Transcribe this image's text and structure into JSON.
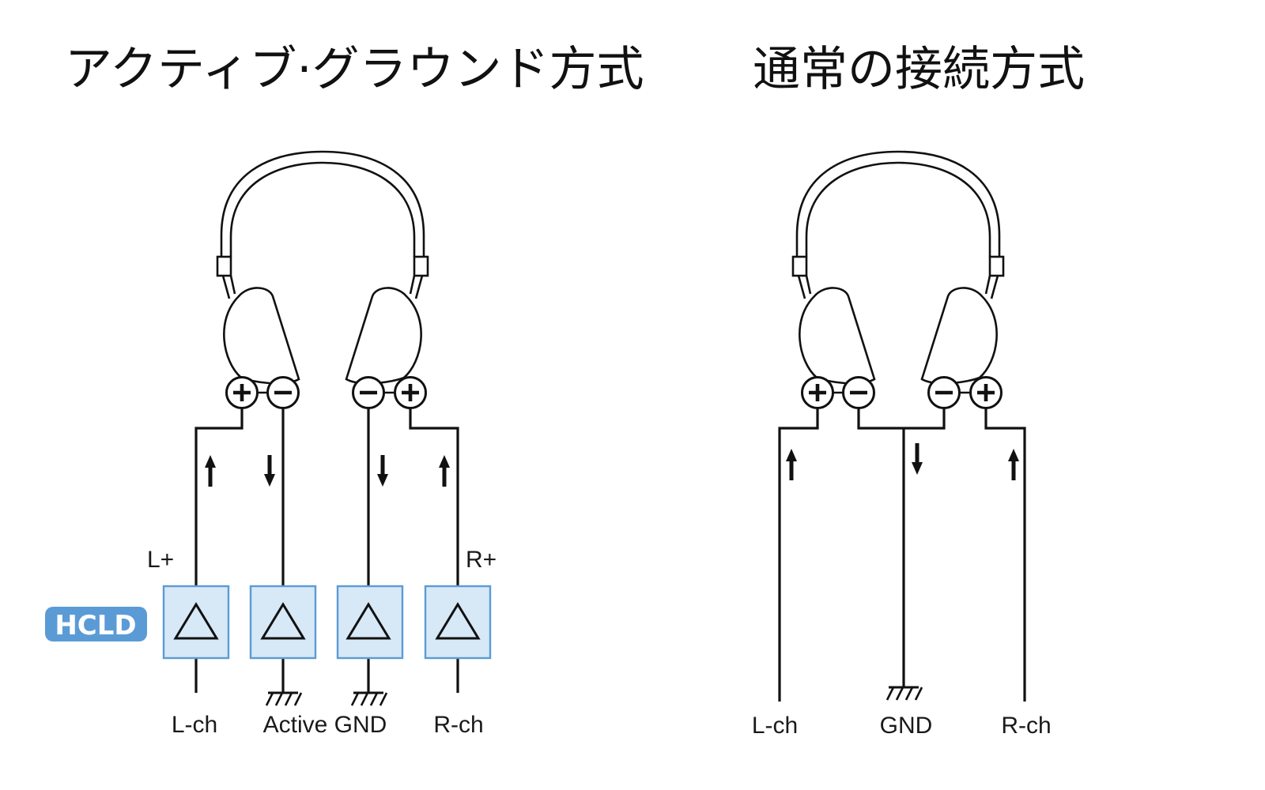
{
  "left": {
    "title": "アクティブ·グラウンド方式",
    "badge": "HCLD",
    "lplus": "L+",
    "rplus": "R+",
    "labels": [
      "L-ch",
      "Active GND",
      "R-ch"
    ]
  },
  "right": {
    "title": "通常の接続方式",
    "labels": [
      "L-ch",
      "GND",
      "R-ch"
    ]
  },
  "colors": {
    "amp_fill": "#d7e8f7",
    "amp_border": "#5b9bd5",
    "badge": "#5b9bd5",
    "line": "#111111"
  }
}
